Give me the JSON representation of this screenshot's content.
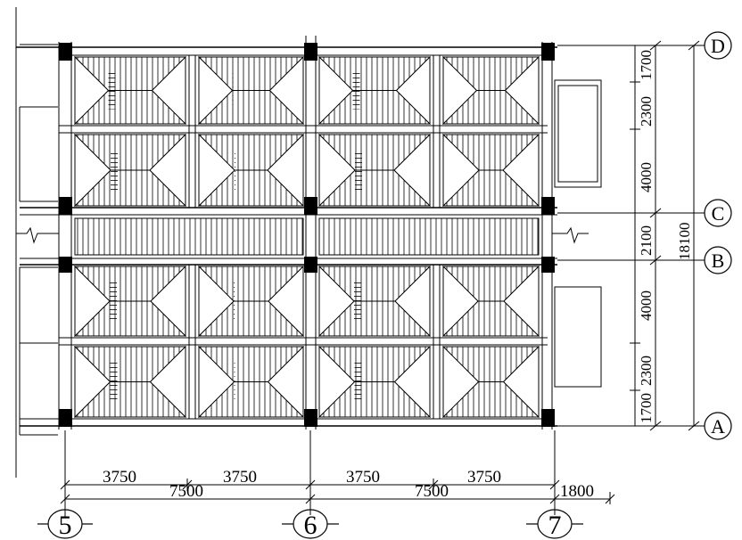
{
  "drawing": {
    "axis_labels": {
      "col_5": "5",
      "col_6": "6",
      "col_7": "7",
      "row_a": "A",
      "row_b": "B",
      "row_c": "C",
      "row_d": "D"
    },
    "bottom_dims": {
      "sub": [
        "3750",
        "3750",
        "3750",
        "3750"
      ],
      "main": [
        "7500",
        "7500"
      ],
      "cantilever": "1800"
    },
    "right_dims": {
      "segments": [
        "1700",
        "2300",
        "4000",
        "2100",
        "4000",
        "2300",
        "1700"
      ],
      "total": "18100"
    }
  },
  "colors": {
    "line": "#000000",
    "background": "#ffffff"
  }
}
